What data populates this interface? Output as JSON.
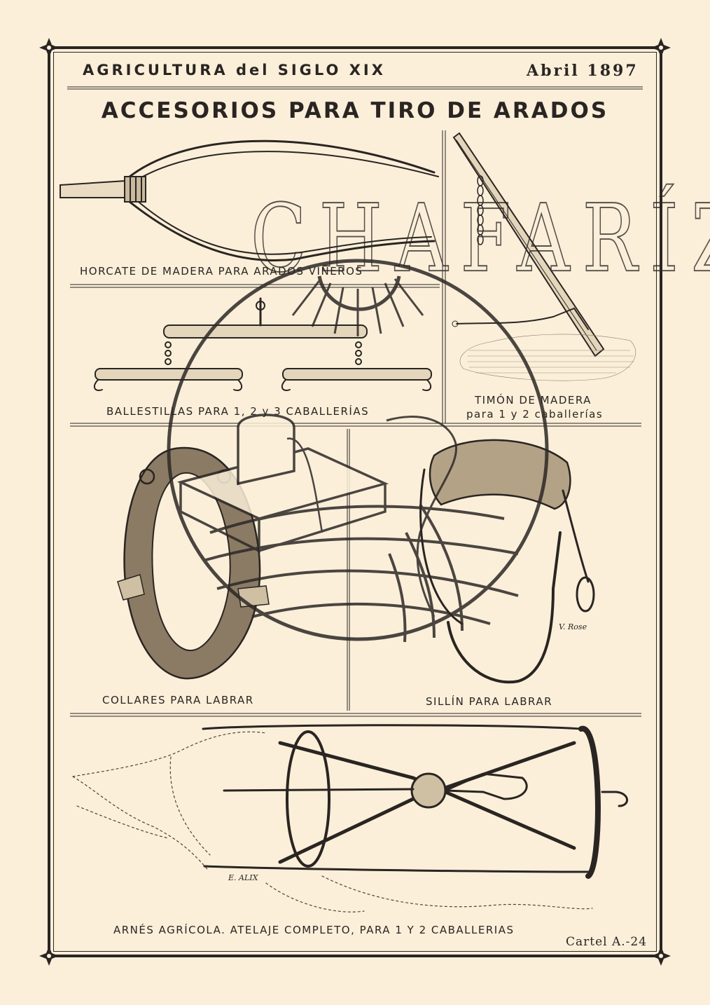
{
  "header": {
    "series_title": "AGRICULTURA del SIGLO XIX",
    "date": "Abril 1897"
  },
  "title": "ACCESORIOS PARA TIRO DE ARADOS",
  "watermark": {
    "logo_text": "CHAFARÍZ"
  },
  "items": [
    {
      "caption": "HORCATE DE MADERA PARA ARADOS VIÑEROS"
    },
    {
      "caption": "TIMÓN DE MADERA",
      "subcaption": "para 1 y 2 caballerías"
    },
    {
      "caption": "BALLESTILLAS PARA 1, 2 y 3 CABALLERÍAS"
    },
    {
      "caption": "COLLARES PARA LABRAR"
    },
    {
      "caption": "SILLÍN PARA LABRAR"
    },
    {
      "caption": "ARNÉS AGRÍCOLA. ATELAJE COMPLETO, PARA 1 Y 2 CABALLERIAS"
    }
  ],
  "signatures": {
    "collar_artist": "V. Rose",
    "harness_artist": "E. ALIX"
  },
  "footer": {
    "cartel": "Cartel A.-24"
  },
  "colors": {
    "paper": "#fbefd9",
    "ink": "#2a2522"
  }
}
